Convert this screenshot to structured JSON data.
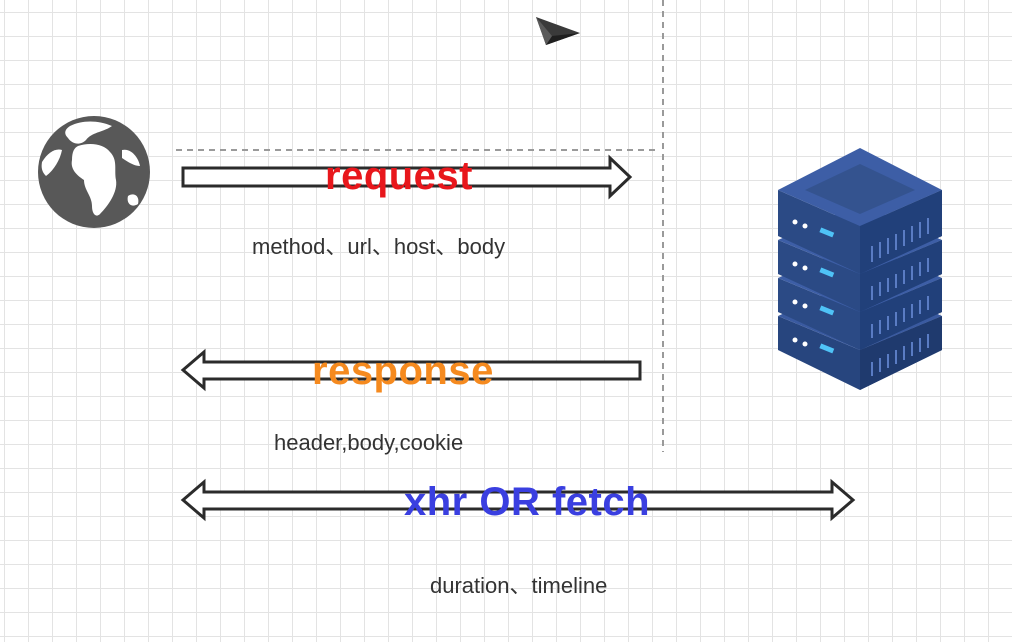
{
  "labels": {
    "request": "request",
    "request_fields": "method、url、host、body",
    "response": "response",
    "response_fields": "header,body,cookie",
    "transport": "xhr OR fetch",
    "transport_fields": "duration、timeline"
  },
  "colors": {
    "request": "#e8171c",
    "response": "#f58a1f",
    "transport": "#3a3fe0",
    "server": "#2f4c8a",
    "globe": "#555555"
  },
  "icons": {
    "client": "globe-icon",
    "server": "server-rack-icon",
    "send": "paper-plane-icon"
  }
}
